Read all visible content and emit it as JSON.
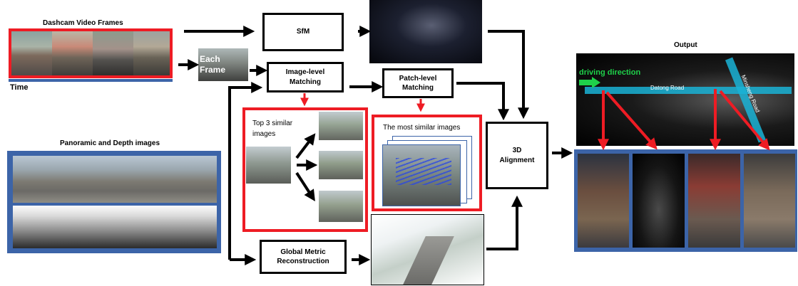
{
  "inputs": {
    "dashcam_title": "Dashcam Video Frames",
    "time_label": "Time",
    "panorama_title": "Panoramic and Depth images"
  },
  "each_frame": "Each\nFrame",
  "steps": {
    "sfm": "SfM",
    "image_matching": "Image-level\nMatching",
    "patch_matching": "Patch-level\nMatching",
    "global_reconstruction": "Global Metric\nReconstruction",
    "alignment": "3D\nAlignment"
  },
  "retrieval": {
    "top3_caption": "Top 3 similar\nimages",
    "most_similar_caption": "The most similar images"
  },
  "output": {
    "title": "Output",
    "driving_direction": "driving direction",
    "road1": "Datong Road",
    "road2": "Minsheng Road"
  },
  "colors": {
    "red": "#ee1c24",
    "blue_border": "#3c64a8",
    "road_blue": "#1ab3d6",
    "driving_green": "#1fd14a"
  }
}
